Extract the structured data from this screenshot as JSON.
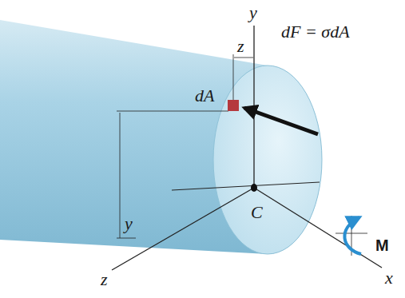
{
  "diagram": {
    "labels": [
      "y",
      "z",
      "dF = σdA",
      "dA",
      "C",
      "y",
      "z",
      "M",
      "x"
    ]
  }
}
